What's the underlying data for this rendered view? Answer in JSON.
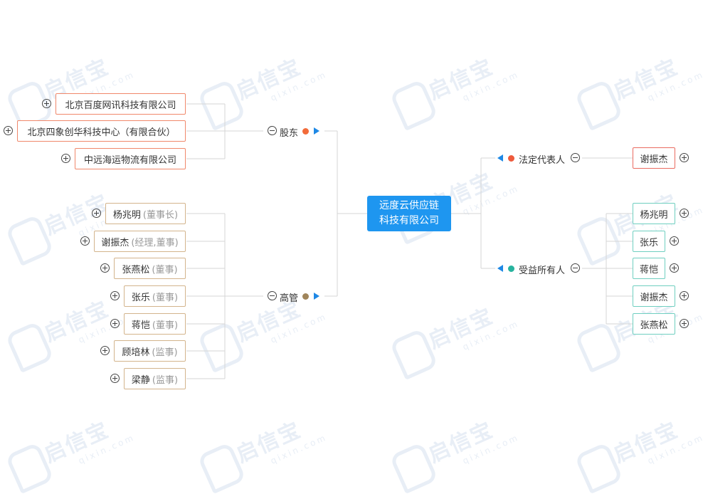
{
  "center": {
    "line1": "远度云供应链",
    "line2": "科技有限公司"
  },
  "watermark": {
    "text": "启信宝",
    "sub": "qixin.com"
  },
  "colors": {
    "center_bg": "#1e96f0",
    "arrow": "#1e88e5",
    "shareholder_dot": "#f26b3a",
    "exec_dot": "#a0855b",
    "legal_dot": "#ee5a3c",
    "beneficiary_dot": "#27b39e"
  },
  "left": {
    "shareholders": {
      "label": "股东",
      "items": [
        {
          "name": "北京百度网讯科技有限公司"
        },
        {
          "name": "北京四象创华科技中心（有限合伙）"
        },
        {
          "name": "中远海运物流有限公司"
        }
      ]
    },
    "executives": {
      "label": "高管",
      "items": [
        {
          "name": "杨兆明",
          "role": "(董事长)"
        },
        {
          "name": "谢振杰",
          "role": "(经理,董事)"
        },
        {
          "name": "张燕松",
          "role": "(董事)"
        },
        {
          "name": "张乐",
          "role": "(董事)"
        },
        {
          "name": "蒋恺",
          "role": "(董事)"
        },
        {
          "name": "顾培林",
          "role": "(监事)"
        },
        {
          "name": "梁静",
          "role": "(监事)"
        }
      ]
    }
  },
  "right": {
    "legal_rep": {
      "label": "法定代表人",
      "items": [
        {
          "name": "谢振杰"
        }
      ]
    },
    "beneficiaries": {
      "label": "受益所有人",
      "items": [
        {
          "name": "杨兆明"
        },
        {
          "name": "张乐"
        },
        {
          "name": "蒋恺"
        },
        {
          "name": "谢振杰"
        },
        {
          "name": "张燕松"
        }
      ]
    }
  }
}
